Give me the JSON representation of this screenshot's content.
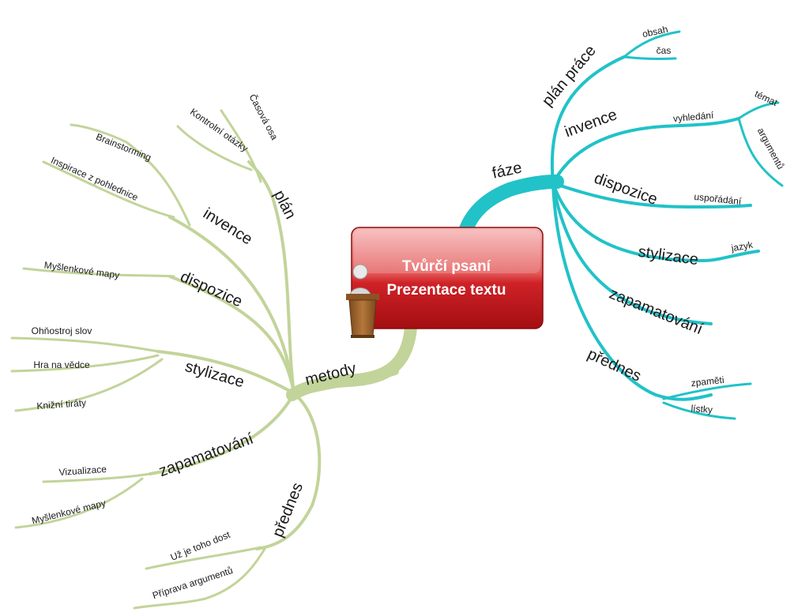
{
  "central": {
    "line1": "Tvůrčí psaní",
    "line2": "Prezentace textu"
  },
  "left": {
    "main": "metody",
    "branches": {
      "plan": {
        "label": "plán",
        "items": [
          "Časová osa",
          "Kontrolní otázky"
        ]
      },
      "invence": {
        "label": "invence",
        "items": [
          "Brainstorming",
          "Inspirace z pohlednice"
        ]
      },
      "dispozice": {
        "label": "dispozice",
        "items": [
          "Myšlenkové mapy"
        ]
      },
      "stylizace": {
        "label": "stylizace",
        "items": [
          "Ohňostroj slov",
          "Hra na vědce",
          "Knižní tiráty"
        ]
      },
      "zapamatovani": {
        "label": "zapamatování",
        "items": [
          "Vizualizace",
          "Myšlenkové mapy"
        ]
      },
      "prednes": {
        "label": "přednes",
        "items": [
          "Už je toho dost",
          "Příprava argumentů"
        ]
      }
    }
  },
  "right": {
    "main": "fáze",
    "branches": {
      "plan_prace": {
        "label": "plán práce",
        "items": [
          "obsah",
          "čas"
        ]
      },
      "invence": {
        "label": "invence",
        "items": [
          "vyhledání"
        ],
        "subitems": [
          "témat",
          "argumentů"
        ]
      },
      "dispozice": {
        "label": "dispozice",
        "items": [
          "uspořádání"
        ]
      },
      "stylizace": {
        "label": "stylizace",
        "items": [
          "jazyk"
        ]
      },
      "zapamatovani": {
        "label": "zapamatování",
        "items": []
      },
      "prednes": {
        "label": "přednes",
        "items": [
          "zpaměti",
          "lístky"
        ]
      }
    }
  },
  "colors": {
    "left_branch": "#c2d49a",
    "right_branch": "#21c2c8",
    "central_top": "#f3a9a9",
    "central_bottom": "#b80f16"
  }
}
